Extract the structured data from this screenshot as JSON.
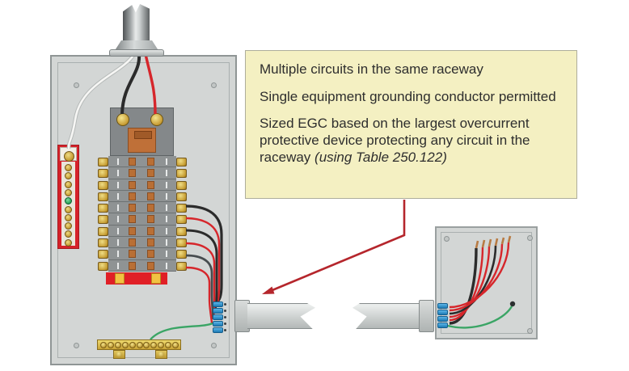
{
  "note_box": {
    "line1": "Multiple circuits in the same raceway",
    "line2": "Single equipment grounding conductor permitted",
    "line3_main": "Sized EGC based on the largest overcurrent protective device protecting any circuit in the raceway ",
    "line3_italic": "(using Table 250.122)"
  },
  "colors": {
    "panel_gray": "#d3d6d5",
    "note_bg": "#f4f0c2",
    "arrow_red": "#b5262c",
    "terminal_red": "#d6222a",
    "connector_blue": "#2f96d2",
    "wire_black": "#2b2b2b",
    "wire_dark_gray": "#474c4f",
    "wire_red": "#d6262b",
    "wire_green": "#3aa565",
    "wire_white": "#f6f6f4",
    "copper_tip": "#b87b43",
    "brass": "#d9bd57"
  },
  "panel": {
    "breaker_rows": 10,
    "neutral_screw_count": 10,
    "neutral_green_index": 4,
    "ground_screw_count": 11,
    "connector_bead_count": 5,
    "branch_wire_colors": [
      "black",
      "red",
      "black",
      "red",
      "gray",
      "red"
    ]
  },
  "junction_box": {
    "connector_bead_count": 4,
    "wire_colors": [
      "black",
      "red",
      "red",
      "black",
      "red",
      "red"
    ]
  }
}
